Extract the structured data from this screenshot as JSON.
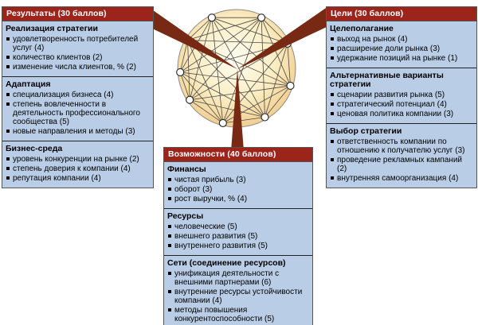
{
  "colors": {
    "header_red": "#9c241a",
    "wedge_brown": "#772913",
    "panel_blue": "#b9cde6"
  },
  "panels": {
    "results": {
      "title": "Результаты (30 баллов)",
      "sections": [
        {
          "title": "Реализация стратегии",
          "items": [
            "удовлетворенность потребителей услуг (4)",
            "количество клиентов (2)",
            "изменение числа клиентов, % (2)"
          ]
        },
        {
          "title": "Адаптация",
          "items": [
            "специализация бизнеса (4)",
            "степень вовлеченности в деятельность профессионального сообщества (5)",
            "новые направления и методы (3)"
          ]
        },
        {
          "title": "Бизнес-среда",
          "items": [
            "уровень конкуренции на рынке (2)",
            "степень доверия к компании (4)",
            "репутация компании (4)"
          ]
        }
      ]
    },
    "goals": {
      "title": "Цели (30 баллов)",
      "sections": [
        {
          "title": "Целеполагание",
          "items": [
            "выход на рынок (4)",
            "расширение доли рынка (3)",
            "удержание позиций на рынке (1)"
          ]
        },
        {
          "title": "Альтернативные варианты стратегии",
          "items": [
            "сценарии развития рынка (5)",
            "стратегический потенциал (4)",
            "ценовая политика компании (3)"
          ]
        },
        {
          "title": "Выбор стратегии",
          "items": [
            "ответственность компании по отношению к получателю услуг (3)",
            "проведение рекламных кампаний (2)",
            "внутренняя самоорганизация (4)"
          ]
        }
      ]
    },
    "opportunities": {
      "title": "Возможности (40 баллов)",
      "sections": [
        {
          "title": "Финансы",
          "items": [
            "чистая прибыль (3)",
            "оборот (3)",
            "рост выручки, % (4)"
          ]
        },
        {
          "title": "Ресурсы",
          "items": [
            "человеческие (5)",
            "внешнего развития (5)",
            "внутреннего развития (5)"
          ]
        },
        {
          "title": "Сети (соединение ресурсов)",
          "items": [
            "унификация деятельности с внешними партнерами (6)",
            "внутренние ресурсы устойчивости компании (4)",
            "методы повышения конкурентоспособности (5)"
          ]
        }
      ]
    }
  }
}
